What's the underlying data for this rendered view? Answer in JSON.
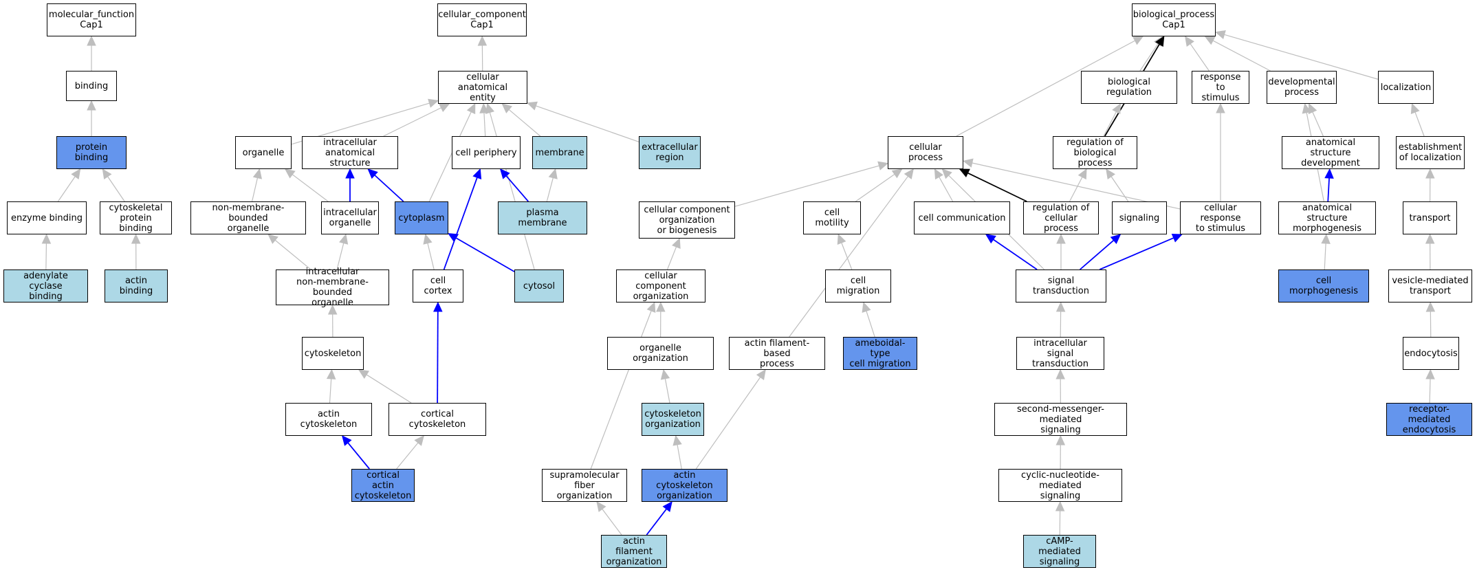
{
  "colors": {
    "white": "#ffffff",
    "light": "#add8e6",
    "blue": "#6495ed",
    "edge_gray": "#bebebe",
    "edge_blue": "#0000ff",
    "edge_black": "#000000"
  },
  "nodes": [
    {
      "id": "molecular_function",
      "label": "molecular_function\nCap1",
      "fill": "white"
    },
    {
      "id": "binding",
      "label": "binding",
      "fill": "white"
    },
    {
      "id": "protein_binding",
      "label": "protein binding",
      "fill": "blue"
    },
    {
      "id": "enzyme_binding",
      "label": "enzyme binding",
      "fill": "white"
    },
    {
      "id": "cytoskeletal_protein_binding",
      "label": "cytoskeletal\nprotein binding",
      "fill": "white"
    },
    {
      "id": "adenylate_cyclase_binding",
      "label": "adenylate cyclase\nbinding",
      "fill": "light"
    },
    {
      "id": "actin_binding",
      "label": "actin binding",
      "fill": "light"
    },
    {
      "id": "cellular_component",
      "label": "cellular_component\nCap1",
      "fill": "white"
    },
    {
      "id": "cellular_anatomical_entity",
      "label": "cellular anatomical\nentity",
      "fill": "white"
    },
    {
      "id": "organelle",
      "label": "organelle",
      "fill": "white"
    },
    {
      "id": "intracellular_anatomical_structure",
      "label": "intracellular\nanatomical structure",
      "fill": "white"
    },
    {
      "id": "cell_periphery",
      "label": "cell periphery",
      "fill": "white"
    },
    {
      "id": "membrane",
      "label": "membrane",
      "fill": "light"
    },
    {
      "id": "extracellular_region",
      "label": "extracellular\nregion",
      "fill": "light"
    },
    {
      "id": "non_membrane_bounded_organelle",
      "label": "non-membrane-bounded\norganelle",
      "fill": "white"
    },
    {
      "id": "intracellular_organelle",
      "label": "intracellular\norganelle",
      "fill": "white"
    },
    {
      "id": "cytoplasm",
      "label": "cytoplasm",
      "fill": "blue"
    },
    {
      "id": "plasma_membrane",
      "label": "plasma membrane",
      "fill": "light"
    },
    {
      "id": "intracellular_nmb_organelle",
      "label": "intracellular\nnon-membrane-bounded\norganelle",
      "fill": "white"
    },
    {
      "id": "cell_cortex",
      "label": "cell cortex",
      "fill": "white"
    },
    {
      "id": "cytosol",
      "label": "cytosol",
      "fill": "light"
    },
    {
      "id": "cytoskeleton",
      "label": "cytoskeleton",
      "fill": "white"
    },
    {
      "id": "actin_cytoskeleton",
      "label": "actin cytoskeleton",
      "fill": "white"
    },
    {
      "id": "cortical_cytoskeleton",
      "label": "cortical cytoskeleton",
      "fill": "white"
    },
    {
      "id": "cortical_actin_cytoskeleton",
      "label": "cortical actin\ncytoskeleton",
      "fill": "blue"
    },
    {
      "id": "biological_process",
      "label": "biological_process\nCap1",
      "fill": "white"
    },
    {
      "id": "biological_regulation",
      "label": "biological regulation",
      "fill": "white"
    },
    {
      "id": "response_to_stimulus",
      "label": "response to\nstimulus",
      "fill": "white"
    },
    {
      "id": "developmental_process",
      "label": "developmental\nprocess",
      "fill": "white"
    },
    {
      "id": "localization",
      "label": "localization",
      "fill": "white"
    },
    {
      "id": "cellular_process",
      "label": "cellular process",
      "fill": "white"
    },
    {
      "id": "regulation_of_biological_process",
      "label": "regulation of\nbiological process",
      "fill": "white"
    },
    {
      "id": "anatomical_structure_development",
      "label": "anatomical structure\ndevelopment",
      "fill": "white"
    },
    {
      "id": "establishment_of_localization",
      "label": "establishment\nof localization",
      "fill": "white"
    },
    {
      "id": "ccob",
      "label": "cellular component\norganization\nor biogenesis",
      "fill": "white"
    },
    {
      "id": "cell_motility",
      "label": "cell motility",
      "fill": "white"
    },
    {
      "id": "cell_communication",
      "label": "cell communication",
      "fill": "white"
    },
    {
      "id": "regulation_of_cellular_process",
      "label": "regulation of\ncellular process",
      "fill": "white"
    },
    {
      "id": "signaling",
      "label": "signaling",
      "fill": "white"
    },
    {
      "id": "cellular_response_to_stimulus",
      "label": "cellular response\nto stimulus",
      "fill": "white"
    },
    {
      "id": "anatomical_structure_morphogenesis",
      "label": "anatomical structure\nmorphogenesis",
      "fill": "white"
    },
    {
      "id": "transport",
      "label": "transport",
      "fill": "white"
    },
    {
      "id": "cellular_component_organization",
      "label": "cellular component\norganization",
      "fill": "white"
    },
    {
      "id": "cell_migration",
      "label": "cell migration",
      "fill": "white"
    },
    {
      "id": "signal_transduction",
      "label": "signal transduction",
      "fill": "white"
    },
    {
      "id": "cell_morphogenesis",
      "label": "cell morphogenesis",
      "fill": "blue"
    },
    {
      "id": "vesicle_mediated_transport",
      "label": "vesicle-mediated\ntransport",
      "fill": "white"
    },
    {
      "id": "organelle_organization",
      "label": "organelle organization",
      "fill": "white"
    },
    {
      "id": "actin_filament_based_process",
      "label": "actin filament-based\nprocess",
      "fill": "white"
    },
    {
      "id": "ameboidal_type_cell_migration",
      "label": "ameboidal-type\ncell migration",
      "fill": "blue"
    },
    {
      "id": "intracellular_signal_transduction",
      "label": "intracellular\nsignal transduction",
      "fill": "white"
    },
    {
      "id": "endocytosis",
      "label": "endocytosis",
      "fill": "white"
    },
    {
      "id": "cytoskeleton_organization",
      "label": "cytoskeleton\norganization",
      "fill": "light"
    },
    {
      "id": "second_messenger_mediated_signaling",
      "label": "second-messenger-mediated\nsignaling",
      "fill": "white"
    },
    {
      "id": "receptor_mediated_endocytosis",
      "label": "receptor-mediated\nendocytosis",
      "fill": "blue"
    },
    {
      "id": "supramolecular_fiber_organization",
      "label": "supramolecular\nfiber organization",
      "fill": "white"
    },
    {
      "id": "actin_cytoskeleton_organization",
      "label": "actin cytoskeleton\norganization",
      "fill": "blue"
    },
    {
      "id": "cyclic_nucleotide_mediated_signaling",
      "label": "cyclic-nucleotide-mediated\nsignaling",
      "fill": "white"
    },
    {
      "id": "actin_filament_organization",
      "label": "actin filament\norganization",
      "fill": "light"
    },
    {
      "id": "camp_mediated_signaling",
      "label": "cAMP-mediated\nsignaling",
      "fill": "light"
    }
  ],
  "edges": [
    {
      "from": "binding",
      "to": "molecular_function",
      "color": "edge_gray"
    },
    {
      "from": "protein_binding",
      "to": "binding",
      "color": "edge_gray"
    },
    {
      "from": "enzyme_binding",
      "to": "protein_binding",
      "color": "edge_gray"
    },
    {
      "from": "cytoskeletal_protein_binding",
      "to": "protein_binding",
      "color": "edge_gray"
    },
    {
      "from": "adenylate_cyclase_binding",
      "to": "enzyme_binding",
      "color": "edge_gray"
    },
    {
      "from": "actin_binding",
      "to": "cytoskeletal_protein_binding",
      "color": "edge_gray"
    },
    {
      "from": "cellular_anatomical_entity",
      "to": "cellular_component",
      "color": "edge_gray"
    },
    {
      "from": "organelle",
      "to": "cellular_anatomical_entity",
      "color": "edge_gray"
    },
    {
      "from": "intracellular_anatomical_structure",
      "to": "cellular_anatomical_entity",
      "color": "edge_gray"
    },
    {
      "from": "cell_periphery",
      "to": "cellular_anatomical_entity",
      "color": "edge_gray"
    },
    {
      "from": "membrane",
      "to": "cellular_anatomical_entity",
      "color": "edge_gray"
    },
    {
      "from": "extracellular_region",
      "to": "cellular_anatomical_entity",
      "color": "edge_gray"
    },
    {
      "from": "cytoplasm",
      "to": "cellular_anatomical_entity",
      "color": "edge_gray"
    },
    {
      "from": "cytosol",
      "to": "cellular_anatomical_entity",
      "color": "edge_gray"
    },
    {
      "from": "non_membrane_bounded_organelle",
      "to": "organelle",
      "color": "edge_gray"
    },
    {
      "from": "intracellular_organelle",
      "to": "organelle",
      "color": "edge_gray"
    },
    {
      "from": "intracellular_organelle",
      "to": "intracellular_anatomical_structure",
      "color": "edge_blue"
    },
    {
      "from": "cytoplasm",
      "to": "intracellular_anatomical_structure",
      "color": "edge_blue"
    },
    {
      "from": "plasma_membrane",
      "to": "cell_periphery",
      "color": "edge_blue"
    },
    {
      "from": "plasma_membrane",
      "to": "membrane",
      "color": "edge_gray"
    },
    {
      "from": "intracellular_nmb_organelle",
      "to": "non_membrane_bounded_organelle",
      "color": "edge_gray"
    },
    {
      "from": "intracellular_nmb_organelle",
      "to": "intracellular_organelle",
      "color": "edge_gray"
    },
    {
      "from": "cell_cortex",
      "to": "cytoplasm",
      "color": "edge_gray"
    },
    {
      "from": "cell_cortex",
      "to": "cell_periphery",
      "color": "edge_blue"
    },
    {
      "from": "cytosol",
      "to": "cytoplasm",
      "color": "edge_blue"
    },
    {
      "from": "cytoskeleton",
      "to": "intracellular_nmb_organelle",
      "color": "edge_gray"
    },
    {
      "from": "actin_cytoskeleton",
      "to": "cytoskeleton",
      "color": "edge_gray"
    },
    {
      "from": "cortical_cytoskeleton",
      "to": "cytoskeleton",
      "color": "edge_gray"
    },
    {
      "from": "cortical_cytoskeleton",
      "to": "cell_cortex",
      "color": "edge_blue"
    },
    {
      "from": "cortical_actin_cytoskeleton",
      "to": "actin_cytoskeleton",
      "color": "edge_blue"
    },
    {
      "from": "cortical_actin_cytoskeleton",
      "to": "cortical_cytoskeleton",
      "color": "edge_gray"
    },
    {
      "from": "cellular_process",
      "to": "biological_process",
      "color": "edge_gray"
    },
    {
      "from": "biological_regulation",
      "to": "biological_process",
      "color": "edge_gray"
    },
    {
      "from": "response_to_stimulus",
      "to": "biological_process",
      "color": "edge_gray"
    },
    {
      "from": "developmental_process",
      "to": "biological_process",
      "color": "edge_gray"
    },
    {
      "from": "localization",
      "to": "biological_process",
      "color": "edge_gray"
    },
    {
      "from": "regulation_of_biological_process",
      "to": "biological_process",
      "color": "edge_black"
    },
    {
      "from": "regulation_of_biological_process",
      "to": "biological_regulation",
      "color": "edge_gray"
    },
    {
      "from": "anatomical_structure_development",
      "to": "developmental_process",
      "color": "edge_gray"
    },
    {
      "from": "establishment_of_localization",
      "to": "localization",
      "color": "edge_gray"
    },
    {
      "from": "ccob",
      "to": "cellular_process",
      "color": "edge_gray"
    },
    {
      "from": "cell_motility",
      "to": "cellular_process",
      "color": "edge_gray"
    },
    {
      "from": "cell_communication",
      "to": "cellular_process",
      "color": "edge_gray"
    },
    {
      "from": "regulation_of_cellular_process",
      "to": "cellular_process",
      "color": "edge_black"
    },
    {
      "from": "regulation_of_cellular_process",
      "to": "regulation_of_biological_process",
      "color": "edge_gray"
    },
    {
      "from": "signaling",
      "to": "regulation_of_biological_process",
      "color": "edge_gray"
    },
    {
      "from": "cellular_response_to_stimulus",
      "to": "cellular_process",
      "color": "edge_gray"
    },
    {
      "from": "cellular_response_to_stimulus",
      "to": "response_to_stimulus",
      "color": "edge_gray"
    },
    {
      "from": "anatomical_structure_morphogenesis",
      "to": "anatomical_structure_development",
      "color": "edge_blue"
    },
    {
      "from": "anatomical_structure_morphogenesis",
      "to": "developmental_process",
      "color": "edge_gray"
    },
    {
      "from": "transport",
      "to": "establishment_of_localization",
      "color": "edge_gray"
    },
    {
      "from": "cellular_component_organization",
      "to": "ccob",
      "color": "edge_gray"
    },
    {
      "from": "cell_migration",
      "to": "cell_motility",
      "color": "edge_gray"
    },
    {
      "from": "signal_transduction",
      "to": "cell_communication",
      "color": "edge_blue"
    },
    {
      "from": "signal_transduction",
      "to": "regulation_of_cellular_process",
      "color": "edge_gray"
    },
    {
      "from": "signal_transduction",
      "to": "signaling",
      "color": "edge_blue"
    },
    {
      "from": "signal_transduction",
      "to": "cellular_response_to_stimulus",
      "color": "edge_blue"
    },
    {
      "from": "signal_transduction",
      "to": "cellular_process",
      "color": "edge_gray"
    },
    {
      "from": "cell_morphogenesis",
      "to": "anatomical_structure_morphogenesis",
      "color": "edge_gray"
    },
    {
      "from": "vesicle_mediated_transport",
      "to": "transport",
      "color": "edge_gray"
    },
    {
      "from": "organelle_organization",
      "to": "cellular_component_organization",
      "color": "edge_gray"
    },
    {
      "from": "actin_filament_based_process",
      "to": "cellular_process",
      "color": "edge_gray"
    },
    {
      "from": "ameboidal_type_cell_migration",
      "to": "cell_migration",
      "color": "edge_gray"
    },
    {
      "from": "intracellular_signal_transduction",
      "to": "signal_transduction",
      "color": "edge_gray"
    },
    {
      "from": "endocytosis",
      "to": "vesicle_mediated_transport",
      "color": "edge_gray"
    },
    {
      "from": "cytoskeleton_organization",
      "to": "organelle_organization",
      "color": "edge_gray"
    },
    {
      "from": "second_messenger_mediated_signaling",
      "to": "intracellular_signal_transduction",
      "color": "edge_gray"
    },
    {
      "from": "receptor_mediated_endocytosis",
      "to": "endocytosis",
      "color": "edge_gray"
    },
    {
      "from": "supramolecular_fiber_organization",
      "to": "cellular_component_organization",
      "color": "edge_gray"
    },
    {
      "from": "actin_cytoskeleton_organization",
      "to": "cytoskeleton_organization",
      "color": "edge_gray"
    },
    {
      "from": "actin_cytoskeleton_organization",
      "to": "actin_filament_based_process",
      "color": "edge_gray"
    },
    {
      "from": "cyclic_nucleotide_mediated_signaling",
      "to": "second_messenger_mediated_signaling",
      "color": "edge_gray"
    },
    {
      "from": "actin_filament_organization",
      "to": "supramolecular_fiber_organization",
      "color": "edge_gray"
    },
    {
      "from": "actin_filament_organization",
      "to": "actin_cytoskeleton_organization",
      "color": "edge_blue"
    },
    {
      "from": "camp_mediated_signaling",
      "to": "cyclic_nucleotide_mediated_signaling",
      "color": "edge_gray"
    }
  ]
}
